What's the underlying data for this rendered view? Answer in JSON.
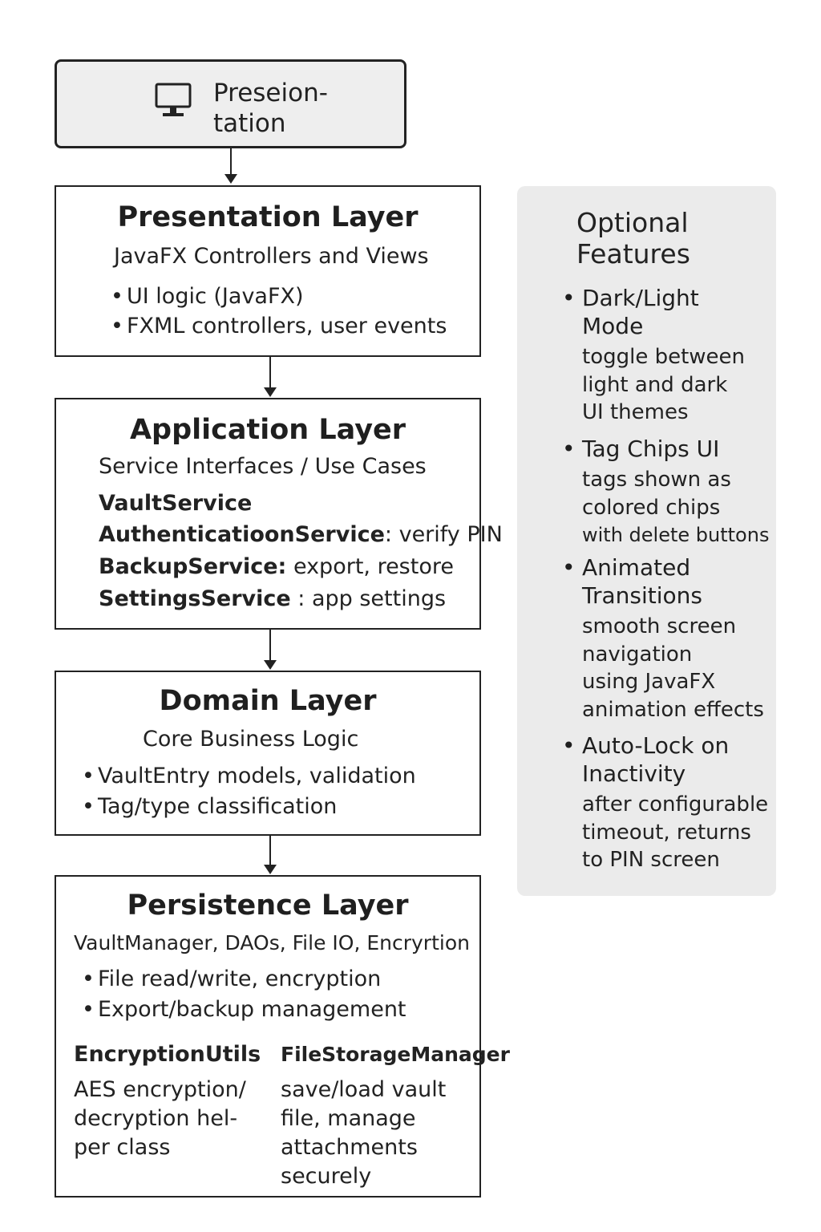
{
  "top_box": {
    "icon": "monitor-icon",
    "label_line1": "Preseion-",
    "label_line2": "tation"
  },
  "presentation": {
    "title": "Presentation Layer",
    "subtitle": "JavaFX Controllers and Views",
    "bullets": [
      "UI logic (JavaFX)",
      "FXML controllers, user events"
    ]
  },
  "application": {
    "title": "Application Layer",
    "subtitle": "Service Interfaces / Use Cases",
    "services": [
      {
        "name": "VaultService",
        "desc": ""
      },
      {
        "name": "AuthenticatioonService",
        "desc": ": verify PIN"
      },
      {
        "name": "BackupService:",
        "desc": " export, restore"
      },
      {
        "name": "SettingsService",
        "desc": " : app settings"
      }
    ]
  },
  "domain": {
    "title": "Domain Layer",
    "subtitle": "Core Business Logic",
    "bullets": [
      "VaultEntry models, validation",
      "Tag/type classification"
    ]
  },
  "persistence": {
    "title": "Persistence Layer",
    "subtitle": "VaultManager, DAOs, File IO, Encryrtion",
    "bullets": [
      "File read/write, encryption",
      "Export/backup management"
    ],
    "col1": {
      "title": "EncryptionUtils",
      "lines": [
        "AES encryption/",
        "decryption hel-",
        "per class"
      ]
    },
    "col2": {
      "title": "FileStorageManager",
      "lines": [
        "save/load vault",
        "file, manage",
        "attachments",
        "securely"
      ]
    }
  },
  "optional": {
    "title_line1": "Optional",
    "title_line2": "Features",
    "items": [
      {
        "head": [
          "Dark/Light",
          "Mode"
        ],
        "desc": [
          "toggle between",
          "light and dark",
          "UI themes"
        ]
      },
      {
        "head": [
          "Tag Chips UI"
        ],
        "desc": [
          "tags shown as",
          "colored chips",
          "with delete buttons"
        ]
      },
      {
        "head": [
          "Animated",
          "Transitions"
        ],
        "desc": [
          "smooth screen",
          "navigation",
          "using JavaFX",
          "animation effects"
        ]
      },
      {
        "head": [
          "Auto-Lock on",
          "Inactivity"
        ],
        "desc": [
          "after configurable",
          "timeout, returns",
          "to PIN screen"
        ]
      }
    ]
  },
  "bullet_char": "•"
}
